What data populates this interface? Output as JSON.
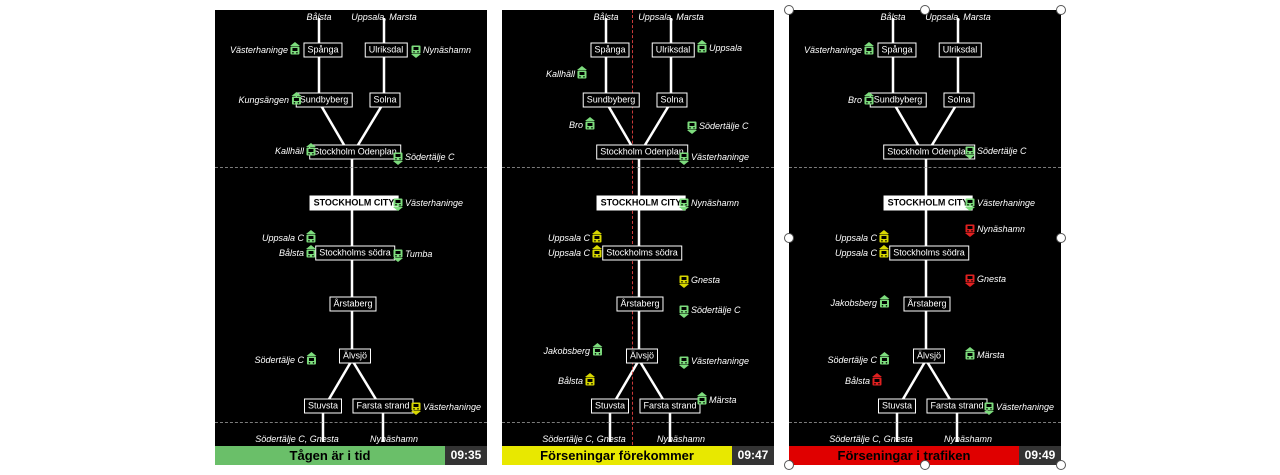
{
  "colors": {
    "green": "#6abf69",
    "yellow": "#e8e800",
    "red": "#e00000",
    "icon_green": "#7ddc7d",
    "icon_yellow": "#d8d800",
    "icon_red": "#e02020"
  },
  "panels": [
    {
      "id": "p1",
      "status": "Tågen är i tid",
      "status_color": "green",
      "time": "09:35",
      "stations": {
        "top_left": "Bålsta",
        "top_right": "Uppsala, Marsta",
        "spanga": "Spånga",
        "ulriksdal": "Ulriksdal",
        "sundbyberg": "Sundbyberg",
        "solna": "Solna",
        "odenplan": "Stockholm Odenplan",
        "city": "STOCKHOLM CITY",
        "sodra": "Stockholms södra",
        "arstaberg": "Årstaberg",
        "alvsjo": "Älvsjö",
        "stuvsta": "Stuvsta",
        "farsta": "Farsta strand",
        "bottom_left": "Södertälje C, Gnesta",
        "bottom_right": "Nynäshamn"
      },
      "trains": [
        {
          "label": "Västerhaninge",
          "side": "left",
          "color": "icon_green",
          "dir": "up"
        },
        {
          "label": "Nynäshamn",
          "side": "right",
          "color": "icon_green",
          "dir": "down"
        },
        {
          "label": "Kungsängen",
          "side": "left",
          "color": "icon_green",
          "dir": "up"
        },
        {
          "label": "Kallhäll",
          "side": "left",
          "color": "icon_green",
          "dir": "up"
        },
        {
          "label": "Södertälje C",
          "side": "right",
          "color": "icon_green",
          "dir": "down"
        },
        {
          "label": "Västerhaninge",
          "side": "right",
          "color": "icon_green",
          "dir": "down"
        },
        {
          "label": "Uppsala C",
          "side": "left",
          "color": "icon_green",
          "dir": "up"
        },
        {
          "label": "Bålsta",
          "side": "left",
          "color": "icon_green",
          "dir": "up"
        },
        {
          "label": "Tumba",
          "side": "right",
          "color": "icon_green",
          "dir": "down"
        },
        {
          "label": "Södertälje C",
          "side": "left",
          "color": "icon_green",
          "dir": "up"
        },
        {
          "label": "Västerhaninge",
          "side": "right",
          "color": "icon_yellow",
          "dir": "down"
        }
      ]
    },
    {
      "id": "p2",
      "status": "Förseningar förekommer",
      "status_color": "yellow",
      "time": "09:47",
      "stations": {
        "top_left": "Bålsta",
        "top_right": "Uppsala, Marsta",
        "spanga": "Spånga",
        "ulriksdal": "Ulriksdal",
        "sundbyberg": "Sundbyberg",
        "solna": "Solna",
        "odenplan": "Stockholm Odenplan",
        "city": "STOCKHOLM CITY",
        "sodra": "Stockholms södra",
        "arstaberg": "Årstaberg",
        "alvsjo": "Älvsjö",
        "stuvsta": "Stuvsta",
        "farsta": "Farsta strand",
        "bottom_left": "Södertälje C, Gnesta",
        "bottom_right": "Nynäshamn"
      },
      "trains": [
        {
          "label": "Uppsala",
          "side": "right",
          "color": "icon_green",
          "dir": "up"
        },
        {
          "label": "Kallhäll",
          "side": "left",
          "color": "icon_green",
          "dir": "up"
        },
        {
          "label": "Bro",
          "side": "left",
          "color": "icon_green",
          "dir": "up"
        },
        {
          "label": "Södertälje C",
          "side": "right",
          "color": "icon_green",
          "dir": "down"
        },
        {
          "label": "Västerhaninge",
          "side": "right",
          "color": "icon_green",
          "dir": "down"
        },
        {
          "label": "Nynäshamn",
          "side": "right",
          "color": "icon_green",
          "dir": "down"
        },
        {
          "label": "Uppsala C",
          "side": "left",
          "color": "icon_yellow",
          "dir": "up"
        },
        {
          "label": "Uppsala C",
          "side": "left",
          "color": "icon_yellow",
          "dir": "up"
        },
        {
          "label": "Gnesta",
          "side": "right",
          "color": "icon_yellow",
          "dir": "down"
        },
        {
          "label": "Södertälje C",
          "side": "right",
          "color": "icon_green",
          "dir": "down"
        },
        {
          "label": "Jakobsberg",
          "side": "left",
          "color": "icon_green",
          "dir": "up"
        },
        {
          "label": "Västerhaninge",
          "side": "right",
          "color": "icon_green",
          "dir": "down"
        },
        {
          "label": "Bålsta",
          "side": "left",
          "color": "icon_yellow",
          "dir": "up"
        },
        {
          "label": "Märsta",
          "side": "right",
          "color": "icon_green",
          "dir": "up"
        }
      ]
    },
    {
      "id": "p3",
      "status": "Förseningar i trafiken",
      "status_color": "red",
      "time": "09:49",
      "stations": {
        "top_left": "Bålsta",
        "top_right": "Uppsala, Marsta",
        "spanga": "Spånga",
        "ulriksdal": "Ulriksdal",
        "sundbyberg": "Sundbyberg",
        "solna": "Solna",
        "odenplan": "Stockholm Odenplan",
        "city": "STOCKHOLM CITY",
        "sodra": "Stockholms södra",
        "arstaberg": "Årstaberg",
        "alvsjo": "Älvsjö",
        "stuvsta": "Stuvsta",
        "farsta": "Farsta strand",
        "bottom_left": "Södertälje C, Gnesta",
        "bottom_right": "Nynäshamn"
      },
      "trains": [
        {
          "label": "Västerhaninge",
          "side": "left",
          "color": "icon_green",
          "dir": "up"
        },
        {
          "label": "Bro",
          "side": "left",
          "color": "icon_green",
          "dir": "up"
        },
        {
          "label": "Södertälje C",
          "side": "right",
          "color": "icon_green",
          "dir": "down"
        },
        {
          "label": "Västerhaninge",
          "side": "right",
          "color": "icon_green",
          "dir": "down"
        },
        {
          "label": "Nynäshamn",
          "side": "right",
          "color": "icon_red",
          "dir": "down"
        },
        {
          "label": "Uppsala C",
          "side": "left",
          "color": "icon_yellow",
          "dir": "up"
        },
        {
          "label": "Uppsala C",
          "side": "left",
          "color": "icon_yellow",
          "dir": "up"
        },
        {
          "label": "Gnesta",
          "side": "right",
          "color": "icon_red",
          "dir": "down"
        },
        {
          "label": "Jakobsberg",
          "side": "left",
          "color": "icon_green",
          "dir": "up"
        },
        {
          "label": "Södertälje C",
          "side": "left",
          "color": "icon_green",
          "dir": "up"
        },
        {
          "label": "Märsta",
          "side": "right",
          "color": "icon_green",
          "dir": "up"
        },
        {
          "label": "Bålsta",
          "side": "left",
          "color": "icon_red",
          "dir": "up"
        },
        {
          "label": "Västerhaninge",
          "side": "right",
          "color": "icon_green",
          "dir": "down"
        }
      ]
    }
  ]
}
